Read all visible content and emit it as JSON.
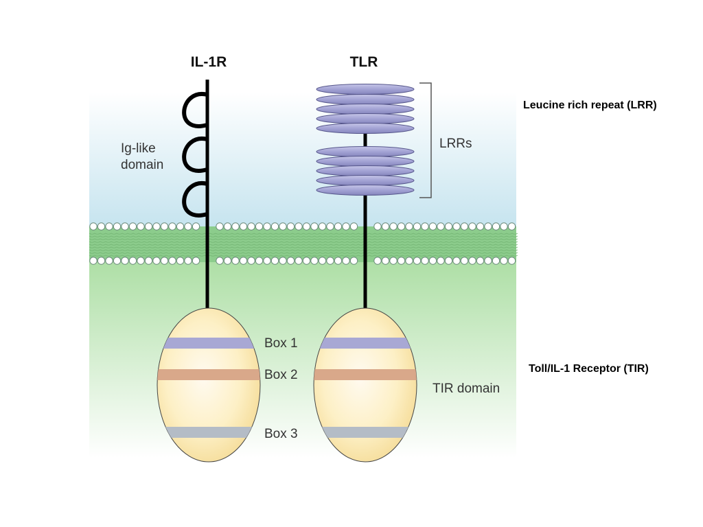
{
  "diagram": {
    "receptor_left": "IL-1R",
    "receptor_right": "TLR",
    "ig_label": [
      "Ig-like",
      "domain"
    ],
    "lrr_bracket_label": "LRRs",
    "box_labels": [
      "Box 1",
      "Box 2",
      "Box 3"
    ],
    "tir_domain_label": "TIR domain"
  },
  "annotations": {
    "lrr": "Leucine rich repeat (LRR)",
    "tir": "Toll/IL-1 Receptor (TIR)"
  },
  "colors": {
    "extracellular_top": "#ffffff",
    "extracellular_bottom": "#c6e4ef",
    "membrane": "#8ccc8c",
    "cytoplasm_top": "#aedfa6",
    "cytoplasm_bottom": "#ffffff",
    "lrr_fill": "#a9a9d6",
    "tir_fill": "#fbe9b0",
    "box1": "#a8a8d4",
    "box2": "#d9a88a",
    "box3": "#b4bcc6"
  }
}
